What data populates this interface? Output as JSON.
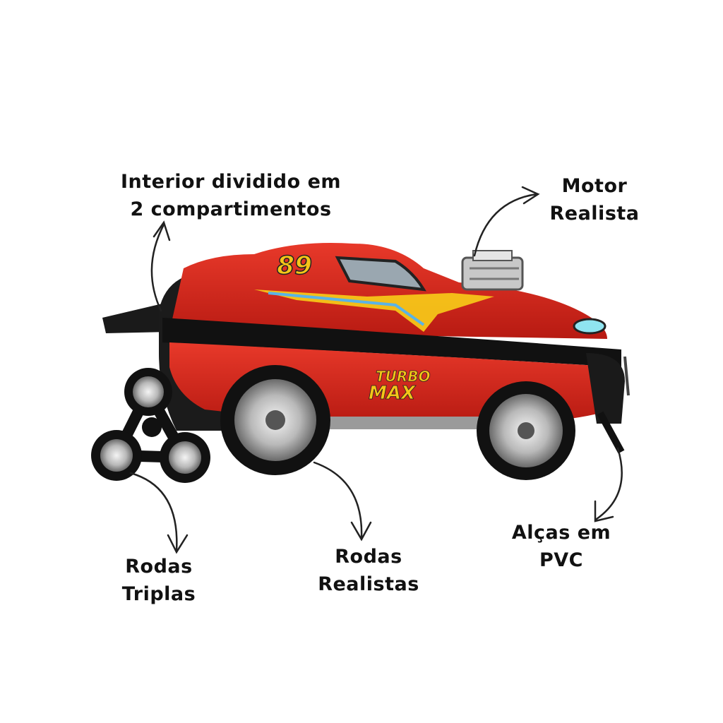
{
  "product": {
    "number_decal": "89",
    "logo_line1": "TURBO",
    "logo_line2": "MAX",
    "body_color": "#d8261c",
    "accent_color": "#f5c518"
  },
  "callouts": [
    {
      "line1": "Interior dividido em",
      "line2": "2 compartimentos"
    },
    {
      "line1": "Motor",
      "line2": "Realista"
    },
    {
      "line1": "Rodas",
      "line2": "Triplas"
    },
    {
      "line1": "Rodas",
      "line2": "Realistas"
    },
    {
      "line1": "Alças em",
      "line2": "PVC"
    }
  ]
}
